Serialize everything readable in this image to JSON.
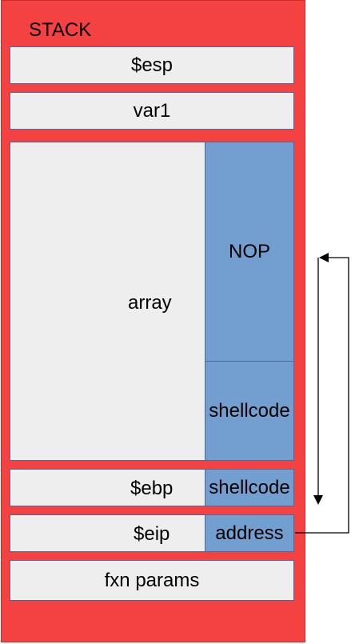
{
  "stack": {
    "title": "STACK",
    "esp": "$esp",
    "var1": "var1",
    "array": "array",
    "nop": "NOP",
    "shellcode_array": "shellcode",
    "ebp": "$ebp",
    "shellcode_ebp": "shellcode",
    "eip": "$eip",
    "address": "address",
    "fxn_params": "fxn params"
  },
  "colors": {
    "stack_bg": "#f44242",
    "slot_bg": "#eeeeee",
    "payload_bg": "#729fcf"
  },
  "arrow": {
    "from": "address",
    "to": "NOP",
    "icon": "return-arrow-icon"
  }
}
